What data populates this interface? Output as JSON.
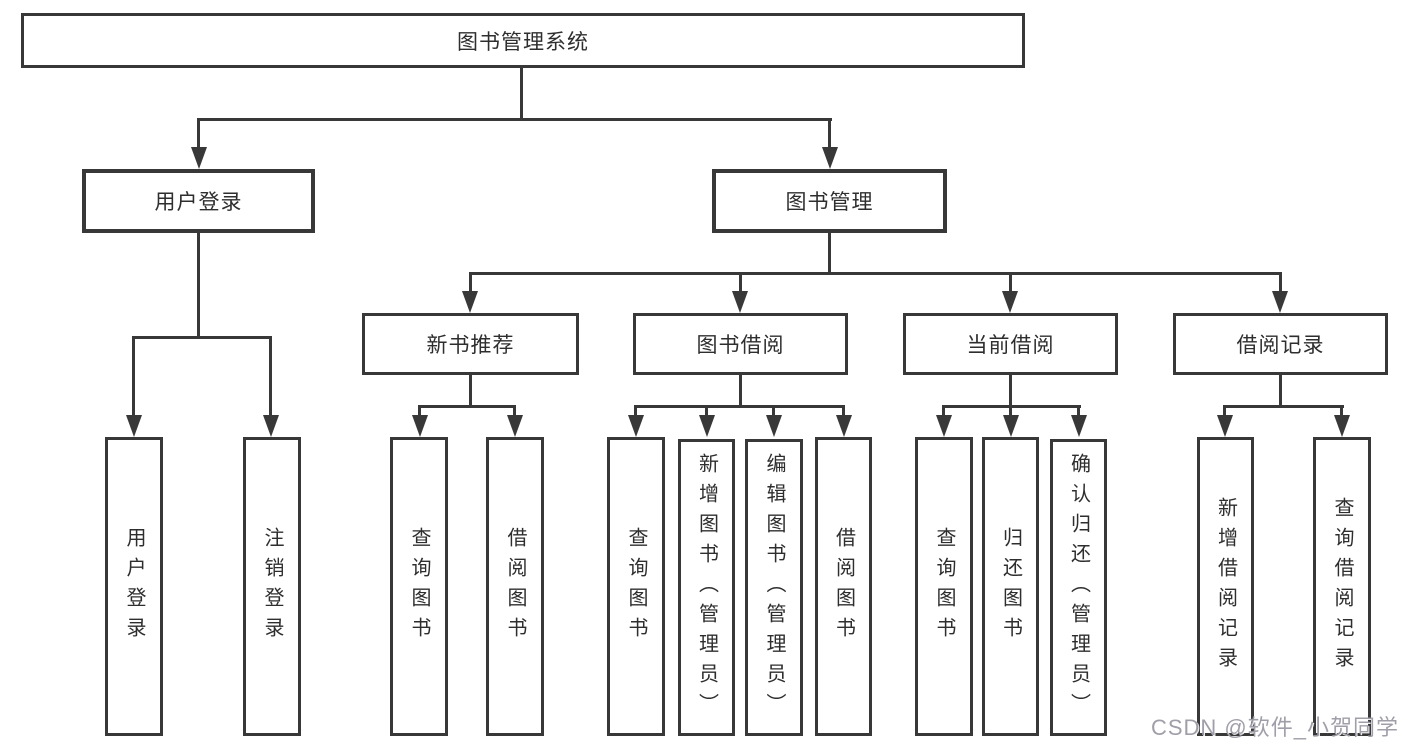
{
  "diagram": {
    "root_label": "图书管理系统",
    "level2": [
      "用户登录",
      "图书管理"
    ],
    "level3": [
      "新书推荐",
      "图书借阅",
      "当前借阅",
      "借阅记录"
    ],
    "leaves": [
      "用户登录",
      "注销登录",
      "查询图书",
      "借阅图书",
      "查询图书",
      "新增图书（管理员）",
      "编辑图书（管理员）",
      "借阅图书",
      "查询图书",
      "归还图书",
      "确认归还（管理员）",
      "新增借阅记录",
      "查询借阅记录"
    ],
    "colors": {
      "line": "#383838",
      "background": "#ffffff",
      "watermark": "#9a9aa4"
    }
  },
  "watermark": {
    "text": "CSDN @软件_小贺同学"
  }
}
